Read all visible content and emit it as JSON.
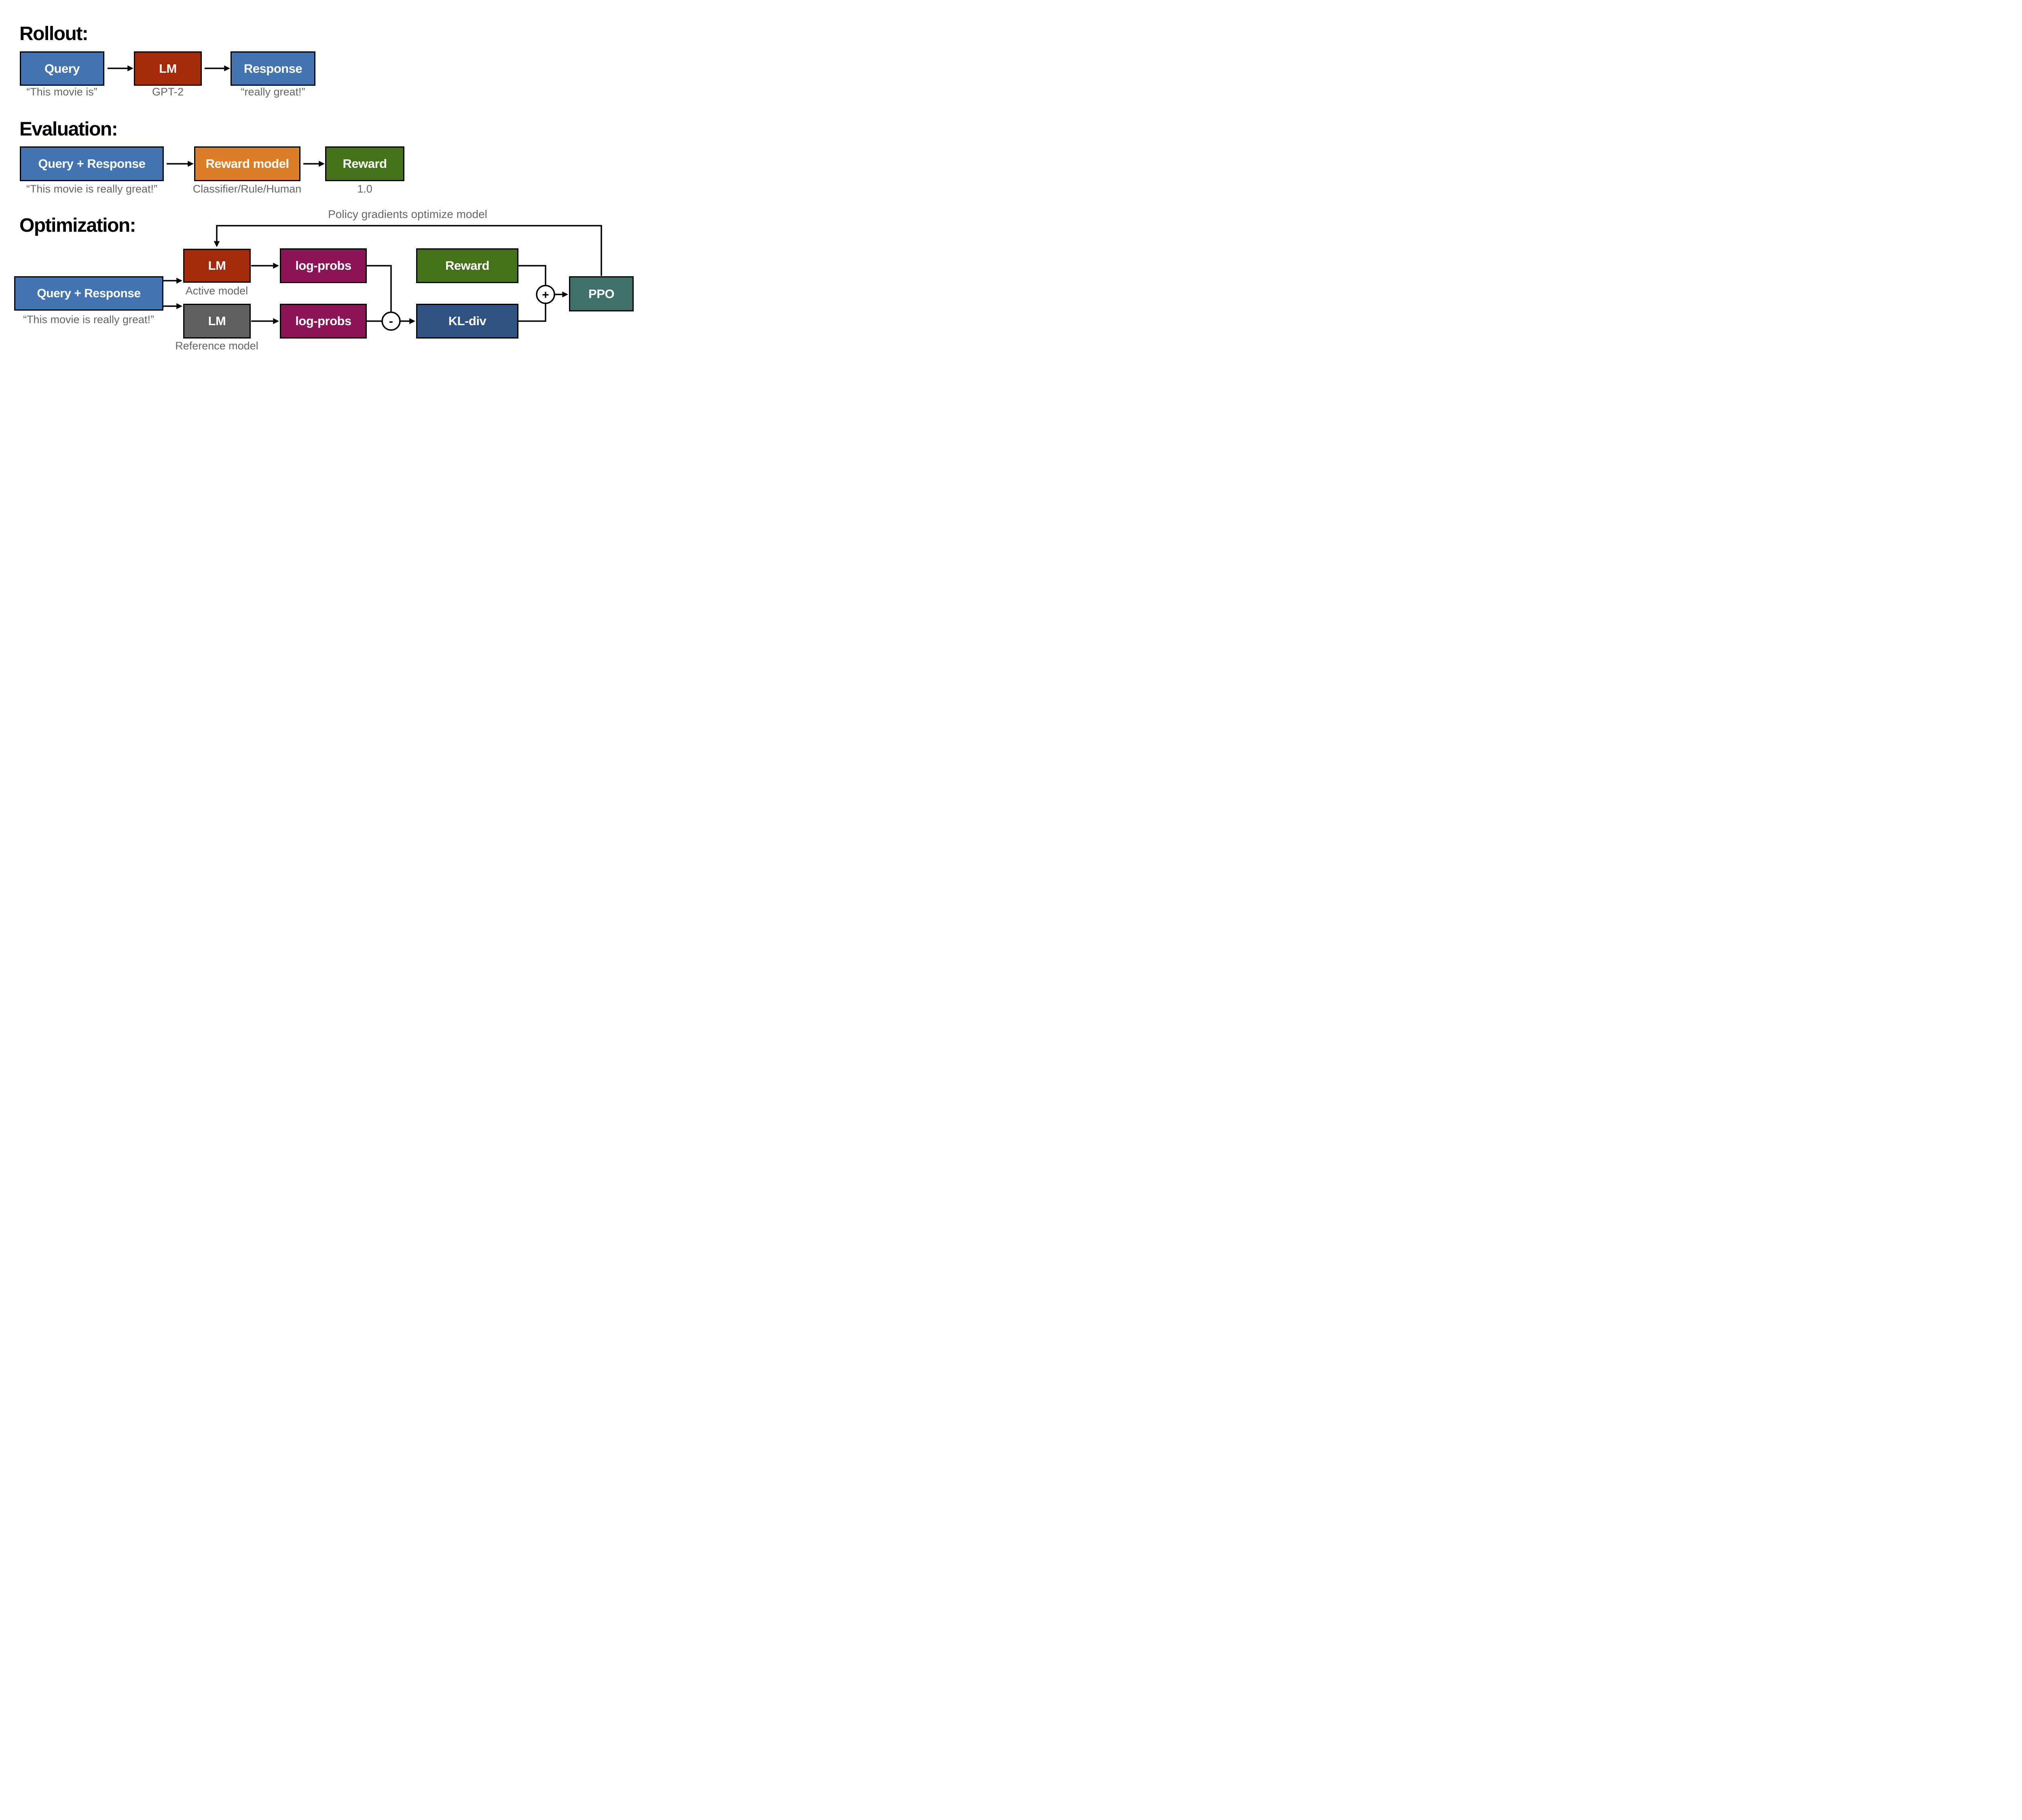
{
  "colors": {
    "box_blue": "#4274B2",
    "box_red": "#A52A0C",
    "box_orange": "#DC7E27",
    "box_green": "#45711B",
    "box_purple": "#8C1356",
    "box_gray": "#5F5F5F",
    "box_kl_blue": "#2F5282",
    "box_teal": "#40706A",
    "caption_gray": "#656565",
    "line_black": "#000000"
  },
  "rollout": {
    "title": "Rollout:",
    "query": {
      "label": "Query",
      "caption": "“This movie is”"
    },
    "lm": {
      "label": "LM",
      "caption": "GPT-2"
    },
    "response": {
      "label": "Response",
      "caption": "“really great!”"
    }
  },
  "evaluation": {
    "title": "Evaluation:",
    "query_response": {
      "label": "Query + Response",
      "caption": "“This movie is really great!”"
    },
    "reward_model": {
      "label": "Reward model",
      "caption": "Classifier/Rule/Human"
    },
    "reward": {
      "label": "Reward",
      "caption": "1.0"
    }
  },
  "optimization": {
    "title": "Optimization:",
    "feedback_label": "Policy gradients optimize model",
    "query_response": {
      "label": "Query + Response",
      "caption": "“This movie is really great!”"
    },
    "active_lm": {
      "label": "LM",
      "caption": "Active model"
    },
    "reference_lm": {
      "label": "LM",
      "caption": "Reference model"
    },
    "active_logprobs": {
      "label": "log-probs"
    },
    "reference_logprobs": {
      "label": "log-probs"
    },
    "reward": {
      "label": "Reward"
    },
    "kl_div": {
      "label": "KL-div"
    },
    "ppo": {
      "label": "PPO"
    },
    "minus_node": "-",
    "plus_node": "+"
  }
}
